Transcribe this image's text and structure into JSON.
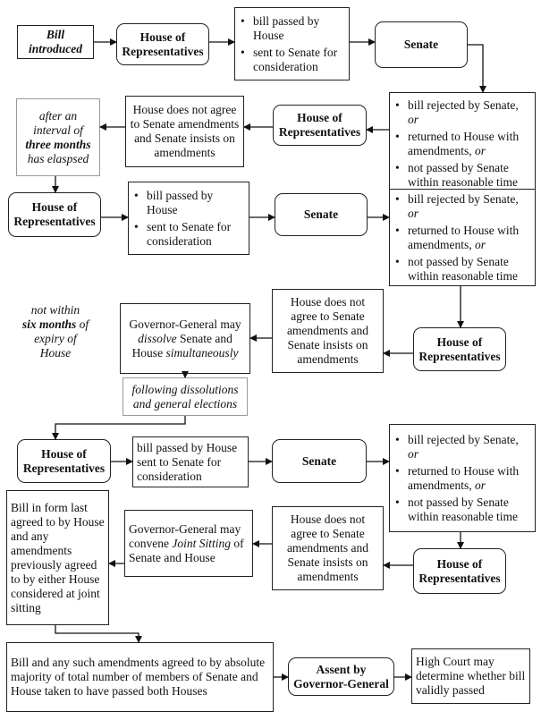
{
  "nodes": {
    "bill_introduced": {
      "l1": "Bill",
      "l2": "introduced"
    },
    "hor": {
      "l1": "House of",
      "l2": "Representatives"
    },
    "senate": "Senate",
    "passed_list": [
      "bill passed by House",
      "sent to Senate for consideration"
    ],
    "rejected_list": [
      {
        "text": "bill rejected by Senate,",
        "em": "or"
      },
      {
        "text": "returned to House with amendments,",
        "em": "or"
      },
      {
        "text": "not passed by Senate within reasonable time",
        "em": ""
      }
    ],
    "house_disagree": "House does not agree to Senate amendments and Senate insists on amendments",
    "interval": {
      "a": "after an interval of",
      "b": "three months",
      "c": "has elaspsed"
    },
    "not_within": {
      "a": "not within",
      "b": "six months",
      "c": "of",
      "d": "expiry of House"
    },
    "gg_dissolve": {
      "a": "Governor-General may",
      "b": "dissolve",
      "c": "Senate and House",
      "d": "simultaneously"
    },
    "following": "following dissolutions and general elections",
    "passed_single": "bill passed by House sent to Senate for consideration",
    "gg_convene": {
      "a": "Governor-General may convene",
      "b": "Joint Sitting",
      "c": "of Senate and House"
    },
    "bill_form": "Bill in form last agreed to by House and any amendments previously agreed to by either House considered at joint sitting",
    "bill_majority": "Bill and any such amendments agreed to by absolute majority of total number of members of Senate and House taken to have passed both Houses",
    "assent": {
      "l1": "Assent by",
      "l2": "Governor-General"
    },
    "high_court": "High Court may determine whether bill validly passed"
  }
}
